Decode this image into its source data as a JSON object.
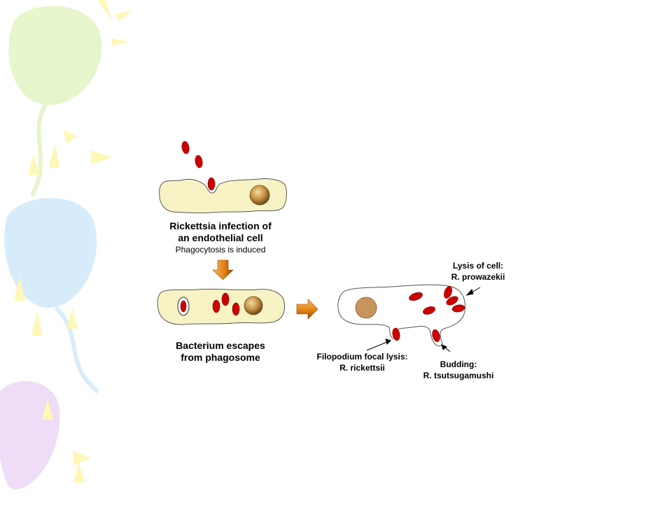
{
  "diagram": {
    "step1": {
      "title_line1": "Rickettsia infection of",
      "title_line2": "an endothelial cell",
      "subtitle": "Phagocytosis is induced"
    },
    "step2": {
      "title_line1": "Bacterium escapes",
      "title_line2": "from phagosome"
    },
    "outcomes": {
      "lysis": {
        "line1": "Lysis of cell:",
        "line2": "R. prowazekii"
      },
      "filopodium": {
        "line1": "Filopodium focal lysis:",
        "line2": "R. rickettsii"
      },
      "budding": {
        "line1": "Budding:",
        "line2": "R. tsutsugamushi"
      }
    }
  },
  "colors": {
    "cell_fill": "#f7f3c4",
    "bacterium": "#cc0000",
    "nucleus": "#b8863b",
    "arrow": "#e07c10",
    "balloon_green": "#e2f4c4",
    "balloon_blue": "#cfe9fb",
    "balloon_purple": "#ecd6f6",
    "star_yellow": "#fff6a8"
  }
}
